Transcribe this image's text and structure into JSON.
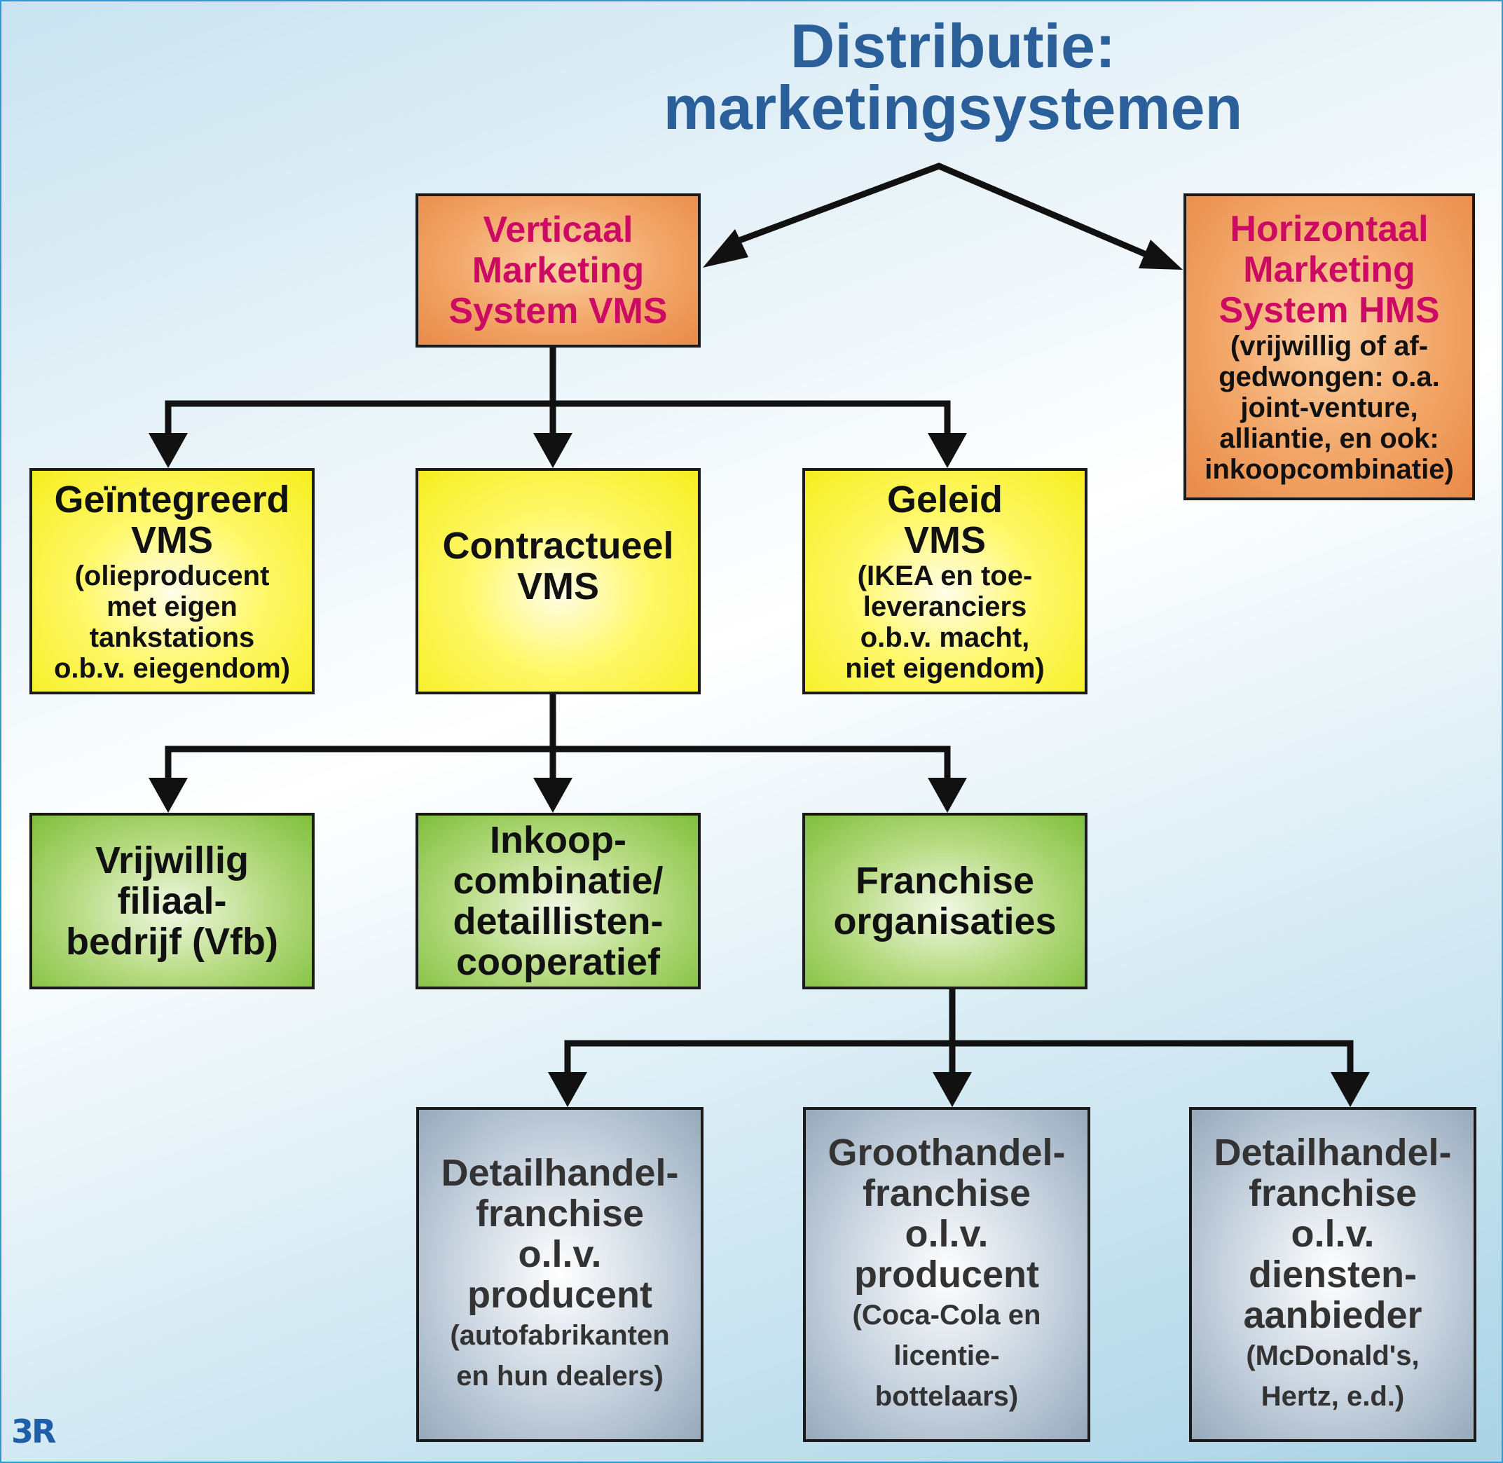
{
  "title": {
    "line1": "Distributie:",
    "line2": "marketingsystemen"
  },
  "vms": {
    "lines": [
      "Verticaal",
      "Marketing",
      "System VMS"
    ]
  },
  "hms": {
    "lines": [
      "Horizontaal",
      "Marketing",
      "System HMS"
    ],
    "sub": [
      "(vrijwillig of af-",
      "gedwongen: o.a.",
      "joint-venture,",
      "alliantie, en ook:",
      "inkoopcombinatie)"
    ]
  },
  "geintegreerd": {
    "lines": [
      "Geïntegreerd",
      "VMS"
    ],
    "sub": [
      "(olieproducent",
      "met eigen",
      "tankstations",
      "o.b.v. eiegendom)"
    ]
  },
  "contractueel": {
    "lines": [
      "Contractueel",
      "VMS"
    ]
  },
  "geleid": {
    "lines": [
      "Geleid",
      "VMS"
    ],
    "sub": [
      "(IKEA en toe-",
      "leveranciers",
      "o.b.v.  macht,",
      "niet eigendom)"
    ]
  },
  "vfb": {
    "lines": [
      "Vrijwillig",
      "filiaal-",
      "bedrijf (Vfb)"
    ]
  },
  "inkoop": {
    "lines": [
      "Inkoop-",
      "combinatie/",
      "detaillisten-",
      "cooperatief"
    ]
  },
  "franchise": {
    "lines": [
      "Franchise",
      "organisaties"
    ]
  },
  "detail_producent": {
    "lines": [
      "Detailhandel-",
      "franchise",
      "o.l.v.",
      "producent"
    ],
    "sub": [
      "(autofabrikanten",
      "en hun dealers)"
    ]
  },
  "groot_producent": {
    "lines": [
      "Groothandel-",
      "franchise",
      "o.l.v.",
      "producent"
    ],
    "sub": [
      "(Coca-Cola en",
      "licentie-",
      "bottelaars)"
    ]
  },
  "detail_diensten": {
    "lines": [
      "Detailhandel-",
      "franchise",
      "o.l.v.",
      "diensten-",
      "aanbieder"
    ],
    "sub": [
      "(McDonald's,",
      "Hertz, e.d.)"
    ]
  },
  "logo": "3R",
  "colors": {
    "title": "#2a5f9a",
    "magenta": "#cc0a63",
    "border": "#1a1a1a"
  }
}
